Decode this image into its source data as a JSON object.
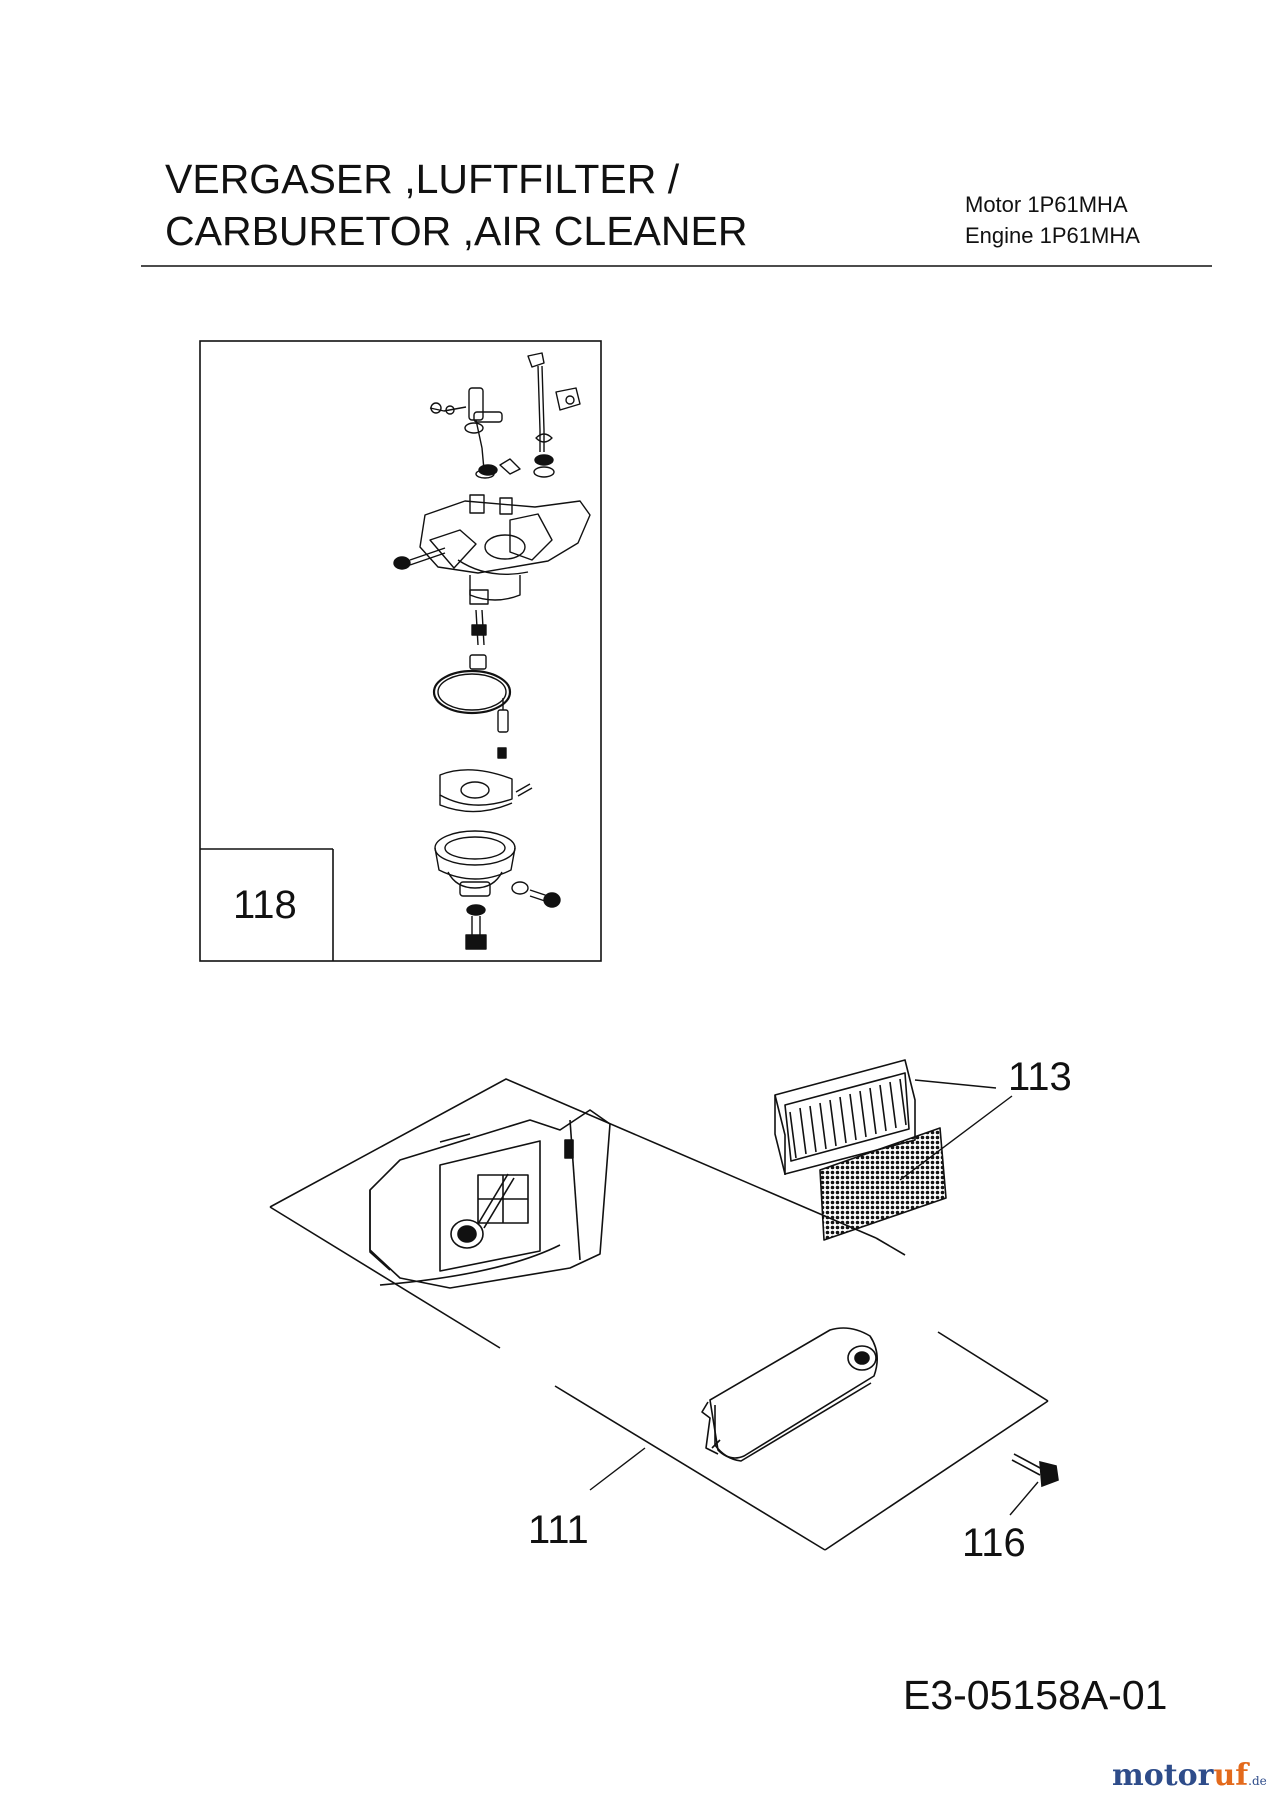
{
  "header": {
    "title_line1": "VERGASER ,LUFTFILTER /",
    "title_line2": "CARBURETOR ,AIR CLEANER",
    "engine_de": "Motor  1P61MHA",
    "engine_en": "Engine 1P61MHA"
  },
  "carburetor_box": {
    "part_number": "118"
  },
  "air_cleaner": {
    "part_labels": {
      "filter_element": "113",
      "housing": "111",
      "bolt": "116"
    }
  },
  "footer": {
    "drawing_id": "E3-05158A-01",
    "watermark_main": "motor",
    "watermark_accent": "uf",
    "watermark_suffix": ".de"
  },
  "colors": {
    "line": "#111111",
    "watermark_blue": "#2e4c8a",
    "watermark_orange": "#e36a1c"
  }
}
